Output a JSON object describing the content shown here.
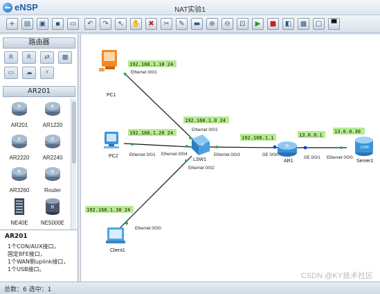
{
  "app": {
    "logo": "eNSP",
    "window_title": "NAT实验1"
  },
  "toolbar": {
    "buttons": [
      "new-topology",
      "open",
      "save-as-template",
      "save",
      "print",
      "undo",
      "redo",
      "select",
      "hand-pan",
      "delete",
      "delete-link",
      "text-note",
      "rectangle-note",
      "zoom-in",
      "zoom-out",
      "fit-view",
      "start-device",
      "stop-device",
      "capture",
      "display-grid",
      "topology-window",
      "console"
    ]
  },
  "left_panel": {
    "category_header": "路由器",
    "category_icons": [
      "router-icon",
      "router-icon",
      "switch-icon",
      "firewall-icon",
      "pc-icon",
      "cloud-icon",
      "link-icon"
    ],
    "sub_header": "AR201",
    "devices": [
      {
        "label": "AR201"
      },
      {
        "label": "AR1220"
      },
      {
        "label": "AR2220"
      },
      {
        "label": "AR2240"
      },
      {
        "label": "AR3260"
      },
      {
        "label": "Router"
      },
      {
        "label": "NE40E"
      },
      {
        "label": "NE5000E"
      }
    ],
    "description": {
      "title": "AR201",
      "lines": [
        "1个CON/AUX接口，",
        "固定8FE接口，",
        "1个WAN侧uplink接口，",
        "1个USB接口。"
      ]
    }
  },
  "topology": {
    "nodes": [
      {
        "id": "PC1",
        "label": "PC1",
        "type": "pc"
      },
      {
        "id": "PC2",
        "label": "PC2",
        "type": "pc"
      },
      {
        "id": "LSW1",
        "label": "LSW1",
        "type": "switch"
      },
      {
        "id": "AR1",
        "label": "AR1",
        "type": "router"
      },
      {
        "id": "Server1",
        "label": "Server1",
        "type": "server"
      },
      {
        "id": "Client1",
        "label": "Client1",
        "type": "client"
      }
    ],
    "ip_labels": [
      {
        "text": "192.168.1.10 24"
      },
      {
        "text": "192.168.1.0 24"
      },
      {
        "text": "192.168.1.20 24"
      },
      {
        "text": "192.168.1.1"
      },
      {
        "text": "13.0.0.1"
      },
      {
        "text": "13.0.0.30"
      },
      {
        "text": "192.168.1.30 24"
      }
    ],
    "port_labels": [
      {
        "text": "Ethernet 0/0/1"
      },
      {
        "text": "Ethernet 0/0/1"
      },
      {
        "text": "Ethernet 0/0/1"
      },
      {
        "text": "Ethernet 0/0/4"
      },
      {
        "text": "Ethernet 0/0/3"
      },
      {
        "text": "GE 0/0/0"
      },
      {
        "text": "GE 0/0/1"
      },
      {
        "text": "Ethernet 0/0/0"
      },
      {
        "text": "Ethernet 0/0/2"
      },
      {
        "text": "Ethernet 0/0/0"
      }
    ]
  },
  "status": {
    "text": "总数：6 选中：1"
  },
  "watermark": "CSDN @KY技术社区"
}
